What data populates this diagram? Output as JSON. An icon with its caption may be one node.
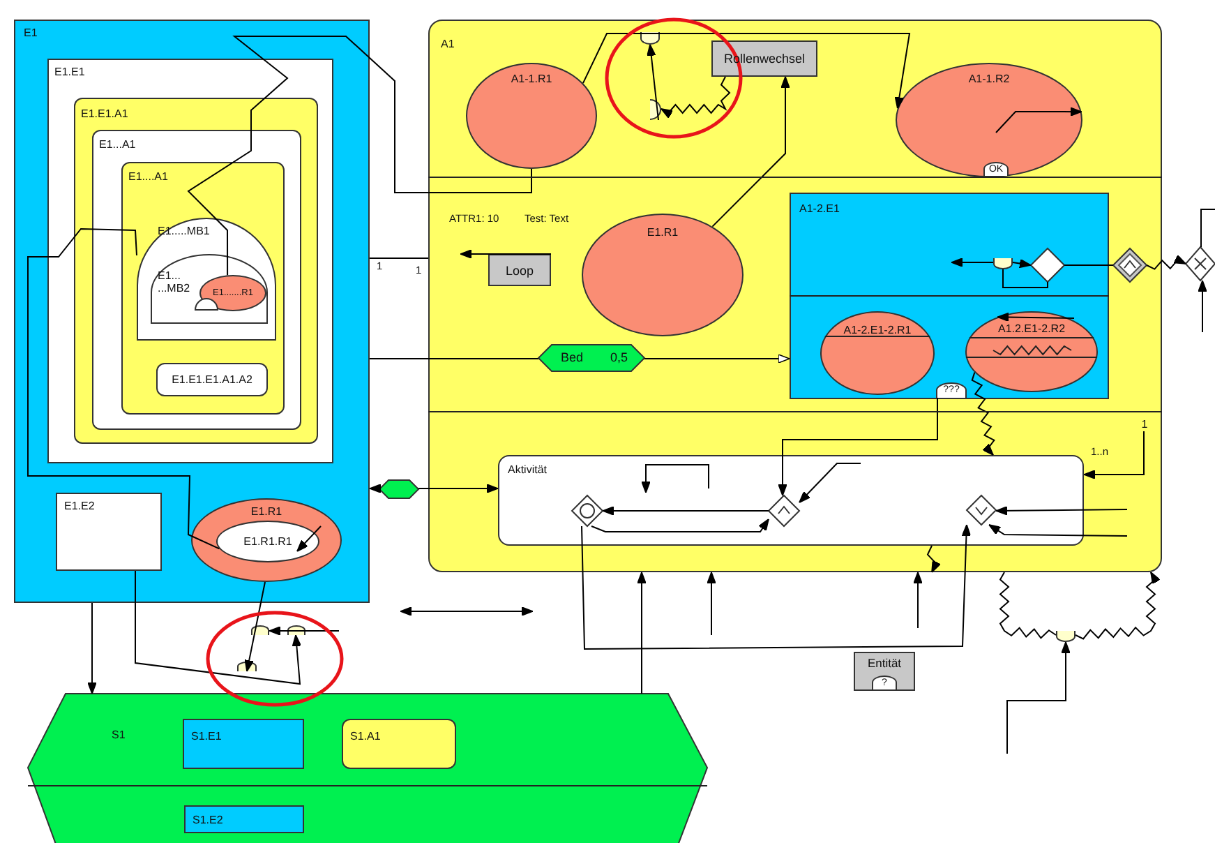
{
  "diagram": {
    "nodes": [
      {
        "text": [
          "E1"
        ]
      },
      {
        "text": [
          "E1.E1"
        ],
        "in": 0
      },
      {
        "text": [
          "E1.E1.A1"
        ],
        "in": 1
      },
      {
        "text": [
          "E1...A1"
        ],
        "in": 2
      },
      {
        "text": [
          "E1....A1"
        ],
        "in": 3
      },
      {
        "text": [
          "E1.....MB1"
        ],
        "in": 4
      },
      {
        "text": [
          "E1... ...MB2"
        ],
        "in": 5
      },
      {
        "text": [
          "E1.......R1"
        ],
        "in": 6
      },
      {
        "text": [
          "E1.E1.E1.A1.A2"
        ],
        "in": 4
      },
      {
        "text": [
          "E1.E2"
        ],
        "in": 0
      },
      {
        "text": [
          "E1.R1"
        ],
        "in": 0
      },
      {
        "text": [
          "E1.R1.R1"
        ],
        "in": 10
      },
      {
        "text": [
          "A1"
        ]
      },
      {
        "text": [
          "A1-1.R1"
        ],
        "in": 12
      },
      {
        "text": [
          "Rollenwechsel"
        ],
        "in": 12
      },
      {
        "text": [
          "A1-1.R2"
        ],
        "in": 12
      },
      {
        "text": [
          "OK"
        ],
        "in": 15
      },
      {
        "text": [
          "E1.R1"
        ],
        "in": 12
      },
      {
        "text": [
          "Loop"
        ],
        "in": 12
      },
      {
        "text": [
          "A1-2.E1"
        ],
        "in": 12
      },
      {
        "text": [
          "A1-2.E1-2.R1"
        ],
        "in": 19
      },
      {
        "text": [
          "A1.2.E1-2.R2"
        ],
        "in": 19
      },
      {
        "text": [
          "???"
        ],
        "in": 19
      },
      {
        "text": [
          "Bed",
          "0,5"
        ],
        "in": 12
      },
      {
        "text": [
          "Aktivität"
        ],
        "in": 12
      },
      {
        "text": [],
        "shape": "diamond",
        "in": 24
      },
      {
        "text": [],
        "shape": "diamond",
        "in": 24
      },
      {
        "text": [],
        "shape": "diamond",
        "in": 24
      },
      {
        "text": [],
        "shape": "diamond",
        "in": 19
      },
      {
        "text": [],
        "shape": "semicircle",
        "in": 19
      },
      {
        "text": [],
        "shape": "diamond",
        "in": 12
      },
      {
        "text": [],
        "shape": "diamond"
      },
      {
        "text": [
          "Entität"
        ]
      },
      {
        "text": [
          "?"
        ],
        "in": 32
      },
      {
        "text": [
          "S1"
        ]
      },
      {
        "text": [
          "S1.E1"
        ],
        "in": 34
      },
      {
        "text": [
          "S1.A1"
        ],
        "in": 34
      },
      {
        "text": [
          "S1.E2"
        ],
        "in": 34
      },
      {
        "text": [],
        "shape": "hexagon"
      },
      {
        "text": [],
        "shape": "semicircle",
        "in": 12
      },
      {
        "text": [],
        "shape": "semicircle",
        "in": 12
      },
      {
        "text": [],
        "shape": "semicircle"
      },
      {
        "text": [],
        "shape": "semicircle"
      },
      {
        "text": [],
        "shape": "semicircle"
      },
      {
        "text": [],
        "shape": "semicircle"
      },
      {
        "text": [
          "1"
        ],
        "in": 12
      }
    ],
    "edges": [
      {
        "from": 7,
        "to": 13,
        "arrow": "none"
      },
      {
        "from": 5,
        "to": 11,
        "arrow": "none"
      },
      {
        "from": 10,
        "to": 43,
        "arrow": "to"
      },
      {
        "from": null,
        "to": 41,
        "arrow": "to"
      },
      {
        "from": 9,
        "to": 42,
        "arrow": "to"
      },
      {
        "from": 0,
        "to": 34,
        "arrow": "to"
      },
      {
        "from": 38,
        "to": 0,
        "arrow": "to"
      },
      {
        "from": 38,
        "to": 24,
        "arrow": "to"
      },
      {
        "from": 0,
        "to": 23,
        "arrow": "none"
      },
      {
        "from": 23,
        "to": 19,
        "arrow": "to"
      },
      {
        "from": 0,
        "to": 12,
        "arrow": "none"
      },
      {
        "from": 18,
        "to": null,
        "arrow": "to"
      },
      {
        "from": 17,
        "to": 14,
        "arrow": "to"
      },
      {
        "from": 13,
        "to": 15,
        "arrow": "to"
      },
      {
        "from": 14,
        "to": 40,
        "arrow": "to"
      },
      {
        "from": 40,
        "to": 39,
        "arrow": "to"
      },
      {
        "from": null,
        "to": 15,
        "arrow": "to"
      },
      {
        "from": 29,
        "to": null,
        "arrow": "to"
      },
      {
        "from": 29,
        "to": 28,
        "arrow": "to"
      },
      {
        "from": 28,
        "to": 29,
        "arrow": "none"
      },
      {
        "from": 28,
        "to": 30,
        "arrow": "none"
      },
      {
        "from": 30,
        "to": 31,
        "arrow": "to"
      },
      {
        "from": null,
        "to": 31,
        "arrow": "to"
      },
      {
        "from": 31,
        "to": null,
        "arrow": "none"
      },
      {
        "from": null,
        "to": 21,
        "arrow": "to"
      },
      {
        "from": 21,
        "to": 24,
        "arrow": "to"
      },
      {
        "from": 22,
        "to": 26,
        "arrow": "to"
      },
      {
        "from": null,
        "to": 26,
        "arrow": "to"
      },
      {
        "from": 26,
        "to": 25,
        "arrow": "to"
      },
      {
        "from": 25,
        "to": 26,
        "arrow": "to"
      },
      {
        "from": 45,
        "to": 24,
        "arrow": "to"
      },
      {
        "from": null,
        "to": 27,
        "arrow": "to"
      },
      {
        "from": null,
        "to": 27,
        "arrow": "to"
      },
      {
        "from": 25,
        "to": 27,
        "arrow": "to"
      },
      {
        "from": 34,
        "to": 12,
        "arrow": "to"
      },
      {
        "from": null,
        "to": 12,
        "arrow": "to"
      },
      {
        "from": null,
        "to": 12,
        "arrow": "to"
      },
      {
        "from": 24,
        "to": null,
        "arrow": "to"
      },
      {
        "from": 12,
        "to": 44,
        "arrow": "none"
      },
      {
        "from": 44,
        "to": 12,
        "arrow": "to"
      },
      {
        "from": null,
        "to": 44,
        "arrow": "to"
      }
    ],
    "labels": [
      "ATTR1: 10",
      "Test: Text",
      "1",
      "1",
      "1..n"
    ]
  }
}
